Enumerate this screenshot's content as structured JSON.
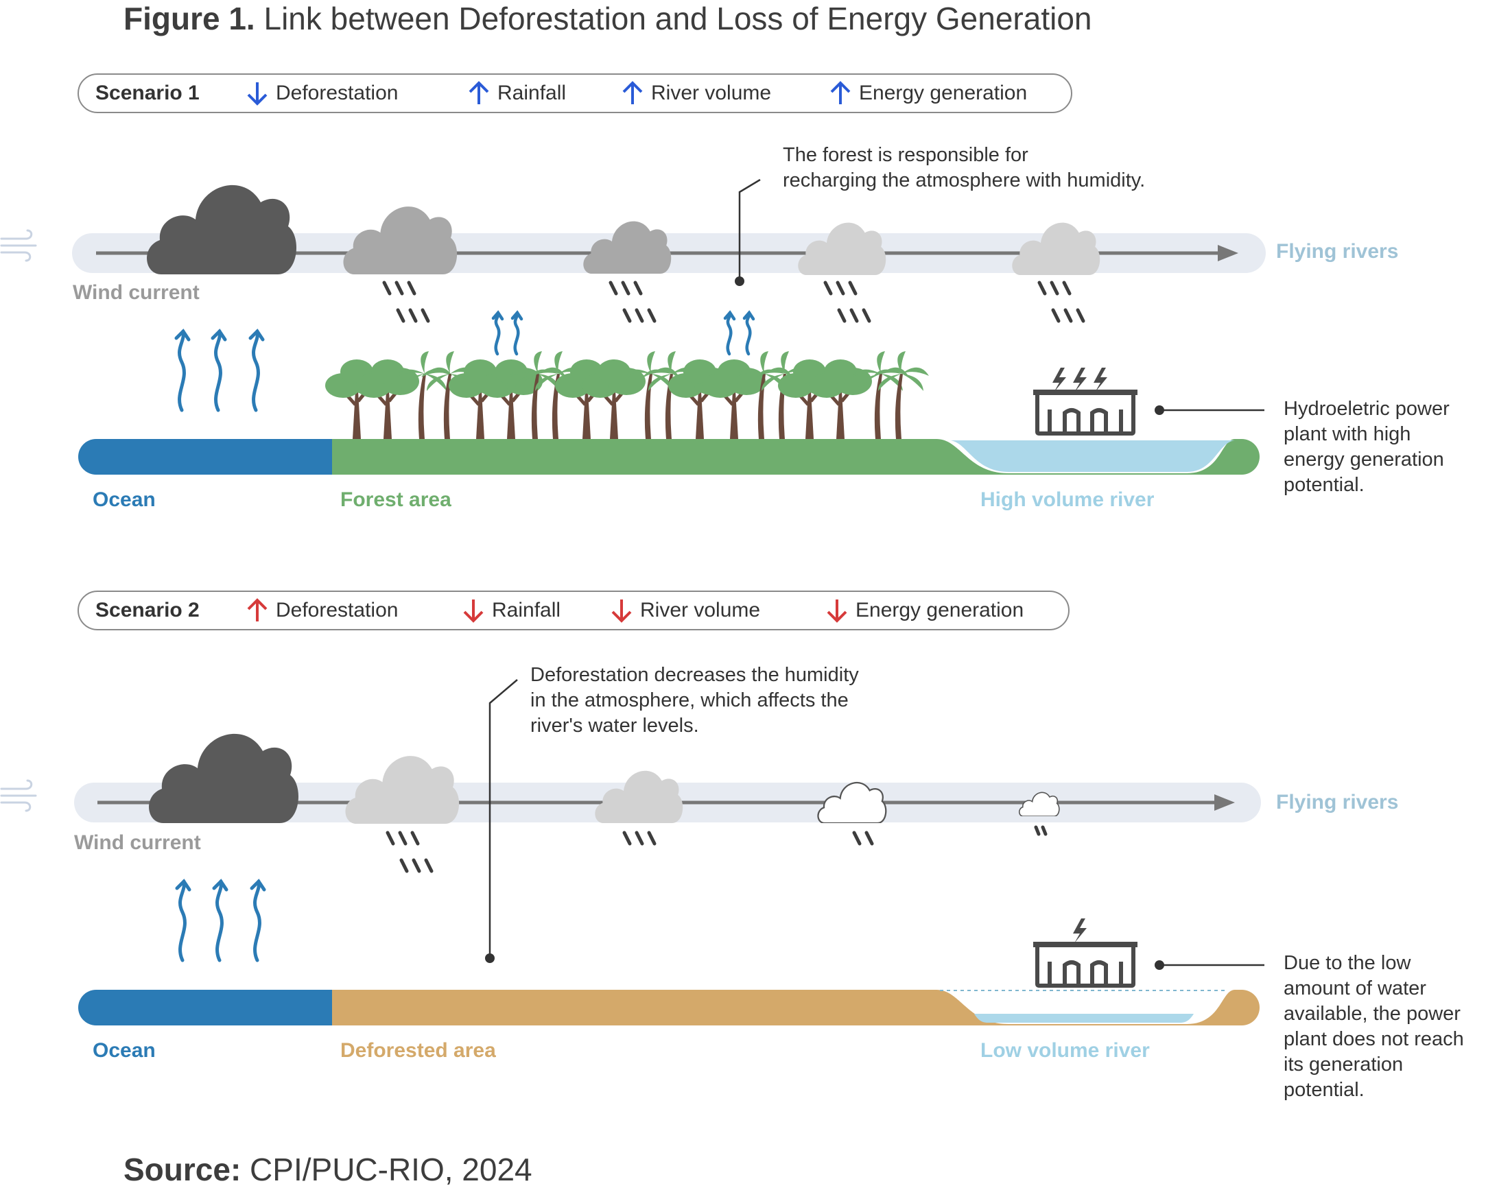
{
  "title": {
    "bold": "Figure 1.",
    "text": "Link between Deforestation and Loss of Energy Generation"
  },
  "source": {
    "bold": "Source:",
    "text": "CPI/PUC-RIO, 2024"
  },
  "colors": {
    "up_arrow_s1": "#2a5bd7",
    "down_arrow_s2": "#d63a3a",
    "ocean": "#2b7bb5",
    "forest": "#6fae6e",
    "deforested": "#d4a96a",
    "river": "#acd8ea",
    "flying_rivers": "#9fc3d6",
    "wind_band": "#e7ebf2"
  },
  "scenario1": {
    "label": "Scenario 1",
    "items": [
      {
        "arrow": "down",
        "text": "Deforestation"
      },
      {
        "arrow": "up",
        "text": "Rainfall"
      },
      {
        "arrow": "up",
        "text": "River volume"
      },
      {
        "arrow": "up",
        "text": "Energy generation"
      }
    ],
    "note": [
      "The forest is responsible for",
      "recharging the atmosphere with humidity."
    ],
    "wind_current": "Wind current",
    "flying_rivers": "Flying rivers",
    "ocean": "Ocean",
    "land": "Forest area",
    "river": "High volume river",
    "plant_note": [
      "Hydroeletric power",
      "plant with high",
      "energy generation",
      "potential."
    ]
  },
  "scenario2": {
    "label": "Scenario 2",
    "items": [
      {
        "arrow": "up",
        "text": "Deforestation"
      },
      {
        "arrow": "down",
        "text": "Rainfall"
      },
      {
        "arrow": "down",
        "text": "River volume"
      },
      {
        "arrow": "down",
        "text": "Energy generation"
      }
    ],
    "note": [
      "Deforestation decreases the humidity",
      "in the atmosphere, which affects the",
      "river's water levels."
    ],
    "wind_current": "Wind current",
    "flying_rivers": "Flying rivers",
    "ocean": "Ocean",
    "land": "Deforested area",
    "river": "Low volume river",
    "plant_note": [
      "Due to the low",
      "amount of water",
      "available, the power",
      "plant does not reach",
      "its generation",
      "potential."
    ]
  }
}
